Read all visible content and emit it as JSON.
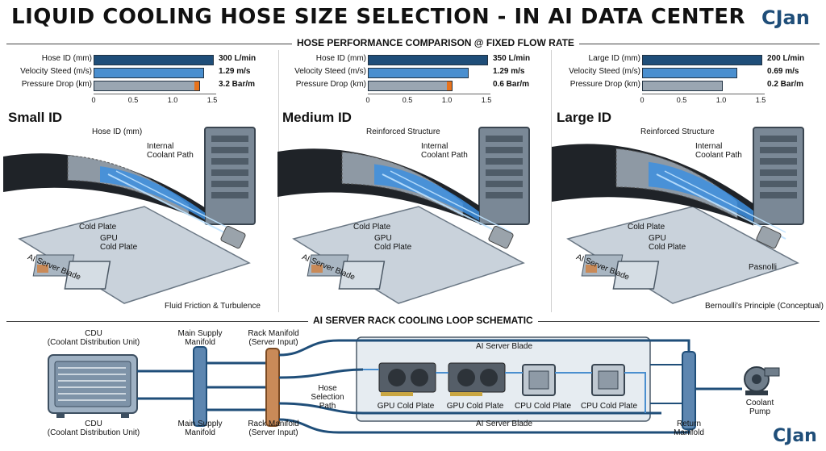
{
  "header": {
    "title": "LIQUID COOLING HOSE SIZE SELECTION - IN AI DATA CENTER",
    "brand": "CJan"
  },
  "comparison": {
    "section_title": "HOSE PERFORMANCE COMPARISON @ FIXED FLOW RATE",
    "axis_ticks": [
      "0",
      "0.5",
      "1.0",
      "1.5"
    ],
    "panels": [
      {
        "title": "Small ID",
        "bars": [
          {
            "label": "Hose ID (mm)",
            "value": 1.5,
            "value_label": "300 L/min",
            "color": "#1f4e79"
          },
          {
            "label": "Velocity Steed (m/s)",
            "value": 1.38,
            "value_label": "1.29 m/s",
            "color": "#4a8fcf"
          },
          {
            "label": "Pressure Drop (km)",
            "value": 1.33,
            "value_label": "3.2 Bar/m",
            "color": "#9aa6b2",
            "highlight": "#e8731c"
          }
        ],
        "callouts": [
          "Hose ID (mm)",
          "Internal\nCoolant Path",
          "Cold Plate",
          "GPU\nCold Plate",
          "AI Server Blade"
        ],
        "note": "Fluid Friction & Turbulence"
      },
      {
        "title": "Medium ID",
        "bars": [
          {
            "label": "Hose ID (mm)",
            "value": 1.5,
            "value_label": "350 L/min",
            "color": "#1f4e79"
          },
          {
            "label": "Velocity Steed (m/s)",
            "value": 1.25,
            "value_label": "1.29 m/s",
            "color": "#4a8fcf"
          },
          {
            "label": "Pressure Drop (km)",
            "value": 1.05,
            "value_label": "0.6 Bar/m",
            "color": "#9aa6b2",
            "highlight": "#e8731c"
          }
        ],
        "callouts": [
          "Reinforced Structure",
          "Internal\nCoolant Path",
          "Cold Plate",
          "GPU\nCold Plate",
          "AI Server Blade"
        ],
        "note": ""
      },
      {
        "title": "Large ID",
        "bars": [
          {
            "label": "Large ID (mm)",
            "value": 1.5,
            "value_label": "200 L/min",
            "color": "#1f4e79"
          },
          {
            "label": "Velocity Steed (m/s)",
            "value": 1.18,
            "value_label": "0.69 m/s",
            "color": "#4a8fcf"
          },
          {
            "label": "Pressure Drop (km)",
            "value": 1.0,
            "value_label": "0.2 Bar/m",
            "color": "#9aa6b2"
          }
        ],
        "callouts": [
          "Reinforced Structure",
          "Internal\nCoolant Path",
          "Cold Plate",
          "GPU\nCold Plate",
          "AI Server Blade"
        ],
        "note": "Bernoulli's Principle (Conceptual)",
        "note2": "Pasnolli"
      }
    ]
  },
  "schematic": {
    "section_title": "AI SERVER RACK COOLING LOOP SCHEMATIC",
    "cdu_top": "CDU\n(Coolant Distribution Unit)",
    "cdu_bottom": "CDU\n(Coolant Distribution Unit)",
    "supply_top": "Main Supply\nManifold",
    "supply_bottom": "Main Supply\nManifold",
    "rack_top": "Rack Manifold\n(Server Input)",
    "rack_bottom": "Rack Manifold\n(Server Input)",
    "hose_path": "Hose\nSelection\nPath",
    "blade_top": "AI Server Blade",
    "blade_bottom": "AI Server Blade",
    "plates": [
      "GPU Cold Plate",
      "GPU Cold Plate",
      "CPU Cold Plate",
      "CPU Cold Plate"
    ],
    "return_manifold": "Return\nManifold",
    "pump": "Coolant\nPump",
    "brand": "CJan"
  }
}
